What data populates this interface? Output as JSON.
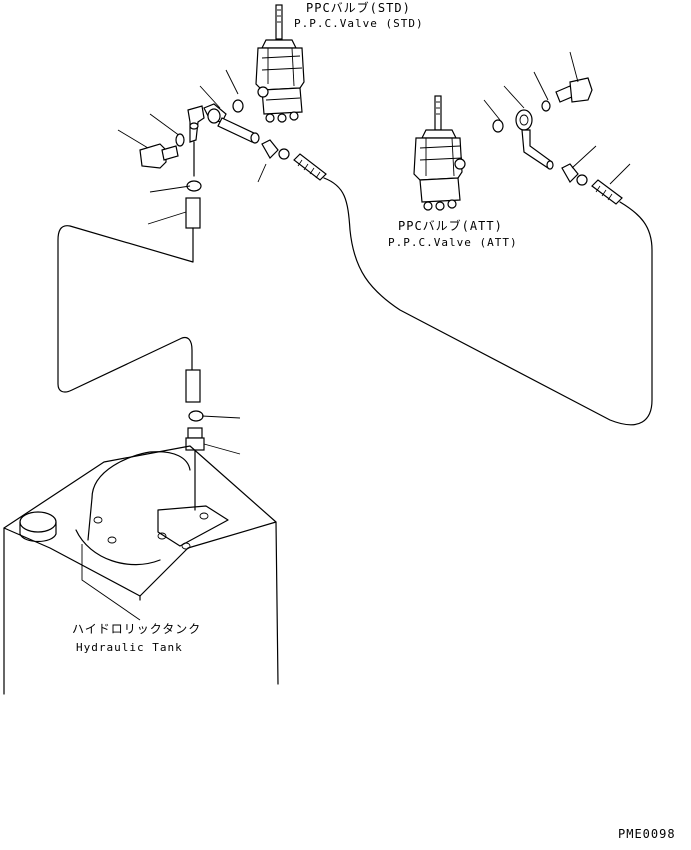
{
  "labels": {
    "ppc_std_jp": "PPCバルブ(STD)",
    "ppc_std_en": "P.P.C.Valve (STD)",
    "ppc_att_jp": "PPCバルブ(ATT)",
    "ppc_att_en": "P.P.C.Valve (ATT)",
    "tank_jp": "ハイドロリックタンク",
    "tank_en": "Hydraulic Tank"
  },
  "drawing_code": "PME0098"
}
